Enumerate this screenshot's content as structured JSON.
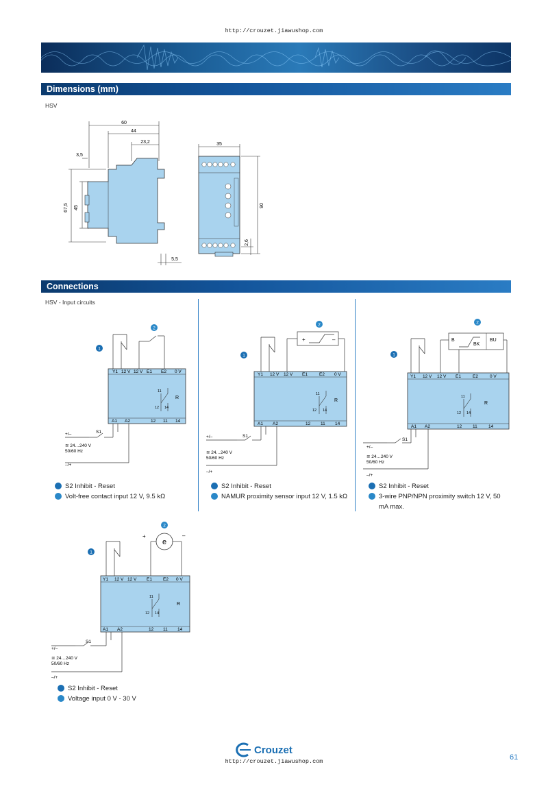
{
  "header": {
    "url": "http://crouzet.jiawushop.com"
  },
  "footer": {
    "url": "http://crouzet.jiawushop.com",
    "logo_text": "Crouzet",
    "page_number": "61"
  },
  "sections": {
    "dimensions": {
      "title": "Dimensions (mm)",
      "subtitle": "HSV"
    },
    "connections": {
      "title": "Connections",
      "subtitle": "HSV - Input circuits"
    }
  },
  "dimensions_drawing": {
    "side": {
      "d60": "60",
      "d44": "44",
      "d232": "23,2",
      "d35": "3,5",
      "d675": "67,5",
      "d45": "45",
      "d55": "5,5"
    },
    "front": {
      "d35": "35",
      "d90": "90",
      "d26": "2,6"
    }
  },
  "terminals": {
    "top": [
      "Y1",
      "12 V",
      "12 V",
      "E1",
      "E2",
      "0 V"
    ],
    "bottom": [
      "A1",
      "A2",
      "12",
      "11",
      "14"
    ],
    "relay_label": "R",
    "relay_pins": [
      "11",
      "12",
      "14"
    ],
    "s1": "S1",
    "plus_minus": "+/–",
    "minus_plus": "–/+",
    "voltage": "≅ 24…240 V",
    "frequency": "50/60 Hz",
    "callout1": "1",
    "callout2": "2"
  },
  "circuits": [
    {
      "legend1": "S2 Inhibit - Reset",
      "legend2": "Volt-free contact input 12 V, 9.5 kΩ"
    },
    {
      "legend1": "S2 Inhibit - Reset",
      "legend2": "NAMUR proximity sensor input 12 V, 1.5 kΩ",
      "sensor_plus": "+",
      "sensor_minus": "–"
    },
    {
      "legend1": "S2 Inhibit - Reset",
      "legend2": "3-wire PNP/NPN proximity switch 12 V, 50 mA max.",
      "wire_b": "B",
      "wire_bk": "BK",
      "wire_bu": "BU"
    },
    {
      "legend1": "S2 Inhibit - Reset",
      "legend2": "Voltage input 0 V - 30 V",
      "src_plus": "+",
      "src_minus": "–",
      "src_symbol": "e"
    }
  ]
}
